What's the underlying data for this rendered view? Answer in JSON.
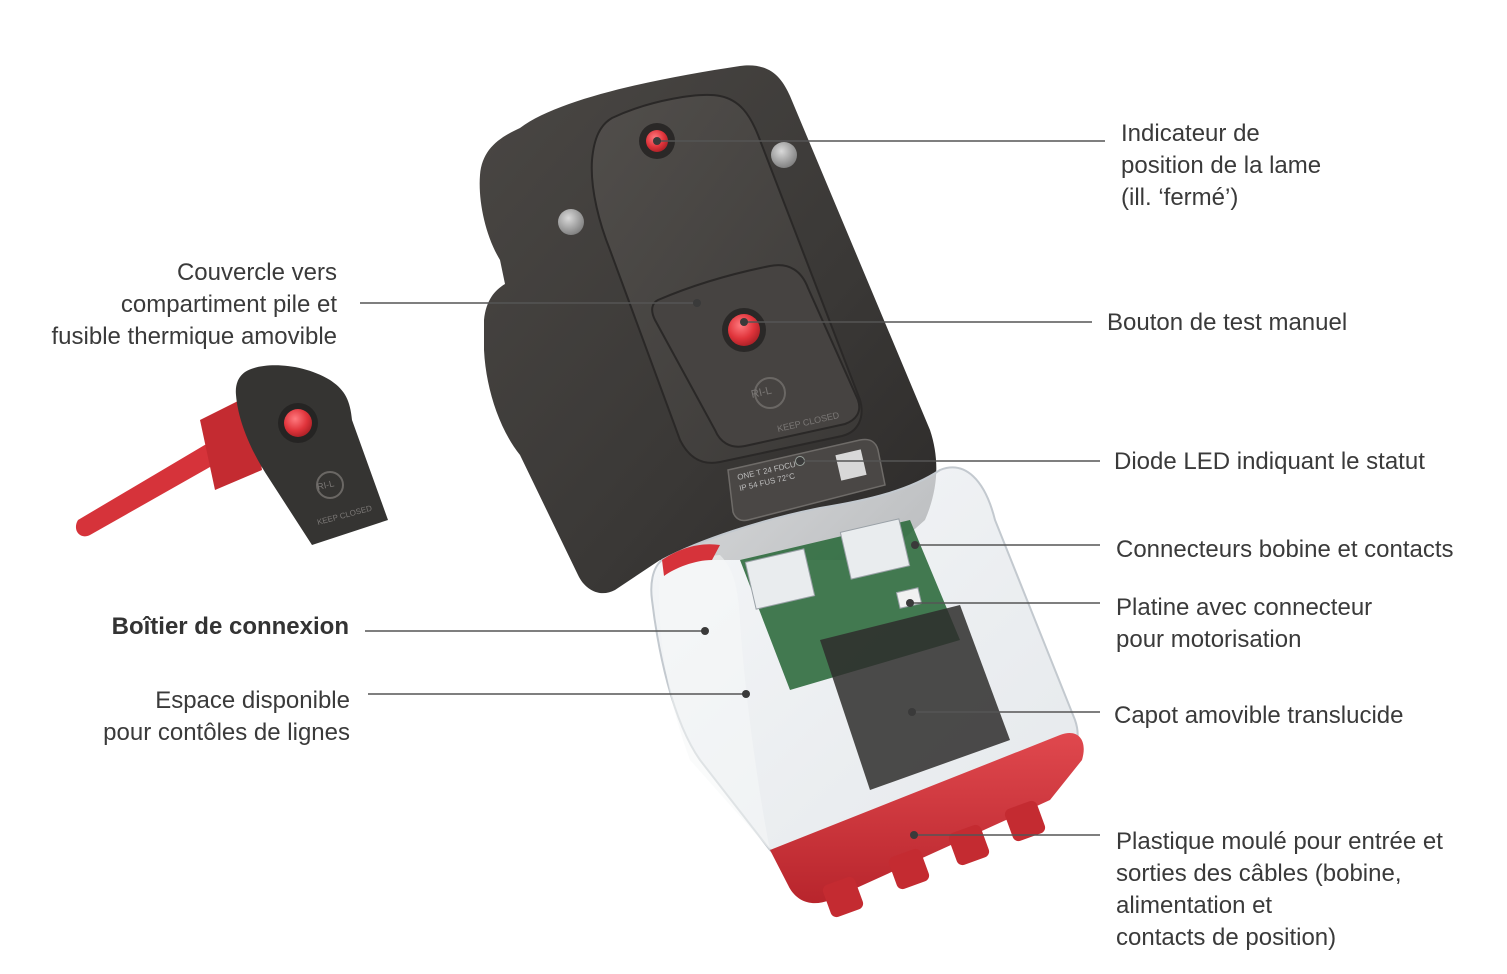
{
  "colors": {
    "housing": "#3c3a38",
    "housing_highlight": "#4d4a47",
    "accent_red": "#d6333a",
    "translucent_cover": "#e6e9ec",
    "pcb_green": "#2f6b3e",
    "leader_line": "#555555"
  },
  "device": {
    "logo_text": "RI-L",
    "cover_text": "KEEP CLOSED",
    "label_line1": "ONE T 24 FDCU",
    "label_line2": "IP 54   FUS 72°C"
  },
  "callouts": [
    {
      "id": "indicator",
      "text": "Indicateur de\nposition de la lame\n(ill. ‘fermé’)"
    },
    {
      "id": "cover",
      "text": "Couvercle vers\ncompartiment pile et\nfusible thermique amovible"
    },
    {
      "id": "test-button",
      "text": "Bouton de test manuel"
    },
    {
      "id": "led",
      "text": "Diode LED indiquant le statut"
    },
    {
      "id": "connectors",
      "text": "Connecteurs bobine et contacts"
    },
    {
      "id": "board",
      "text": "Platine avec connecteur\npour motorisation"
    },
    {
      "id": "junction-box",
      "text": "Boîtier de connexion"
    },
    {
      "id": "free-space",
      "text": "Espace disponible\npour contôles de lignes"
    },
    {
      "id": "hood",
      "text": "Capot amovible translucide"
    },
    {
      "id": "cable-entry",
      "text": "Plastique moulé pour entrée et\nsorties des câbles (bobine,\nalimentation et\ncontacts de position)"
    }
  ]
}
